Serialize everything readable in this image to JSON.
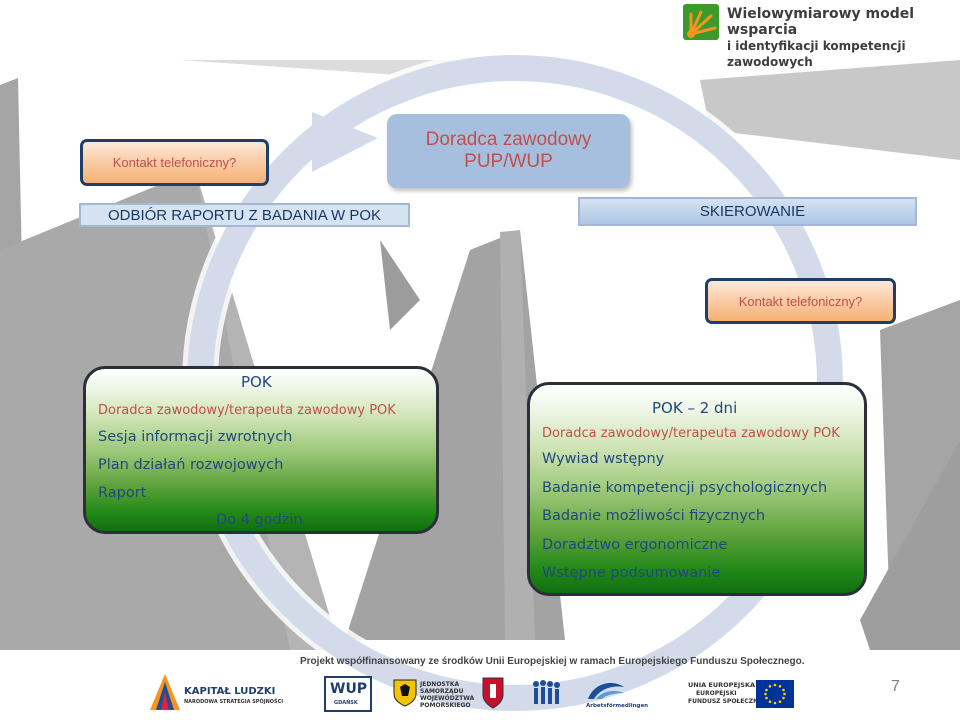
{
  "header": {
    "title_line1": "Wielowymiarowy model wsparcia",
    "title_line2": "i identyfikacji kompetencji zawodowych"
  },
  "contact_left": "Kontakt telefoniczny?",
  "contact_right": "Kontakt telefoniczny?",
  "center_box": {
    "line1": "Doradca zawodowy",
    "line2": "PUP/WUP"
  },
  "bar_left": "ODBIÓR RAPORTU Z BADANIA W POK",
  "bar_right": "SKIEROWANIE",
  "pok_left": {
    "title": "POK",
    "subtitle": "Doradca zawodowy/terapeuta zawodowy POK",
    "items": [
      "Sesja informacji zwrotnych",
      "Plan działań rozwojowych",
      "Raport"
    ],
    "duration": "Do 4 godzin"
  },
  "pok_right": {
    "title": "POK – 2 dni",
    "subtitle": "Doradca zawodowy/terapeuta zawodowy POK",
    "items": [
      "Wywiad wstępny",
      "Badanie kompetencji psychologicznych",
      "Badanie możliwości fizycznych",
      "Doradztwo ergonomiczne",
      "Wstępne podsumowanie"
    ]
  },
  "footer": {
    "text": "Projekt współfinansowany ze środków Unii Europejskiej w ramach Europejskiego Funduszu Społecznego.",
    "page_number": "7",
    "logos": {
      "kapital_title": "KAPITAŁ LUDZKI",
      "kapital_sub": "NARODOWA STRATEGIA SPÓJNOŚCI",
      "wup": "WUP",
      "wup_sub": "GDAŃSK",
      "samorzad_l1": "JEDNOSTKA",
      "samorzad_l2": "SAMORZĄDU",
      "samorzad_l3": "WOJEWÓDZTWA",
      "samorzad_l4": "POMORSKIEGO",
      "arbeit": "Arbetsförmedlingen",
      "eu_l1": "UNIA EUROPEJSKA",
      "eu_l2": "EUROPEJSKI",
      "eu_l3": "FUNDUSZ SPOŁECZNY"
    }
  },
  "colors": {
    "accent_red": "#c0504d",
    "navy_text": "#1f497d",
    "green_dark": "#0f7010",
    "blue_box": "#a7bfdf",
    "header_green": "#3a9a2a",
    "header_orange": "#f7941d"
  }
}
